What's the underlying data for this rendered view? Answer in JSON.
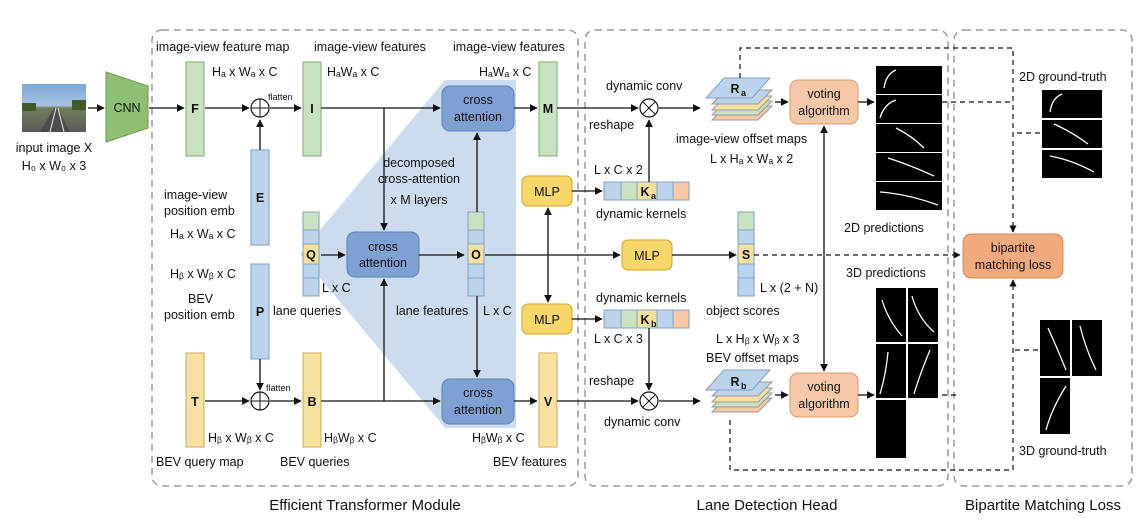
{
  "sections": {
    "transformer": "Efficient Transformer Module",
    "head": "Lane Detection Head",
    "loss": "Bipartite Matching Loss"
  },
  "input": {
    "label": "input image X",
    "dims": "H₀ x W₀ x 3"
  },
  "cnn": "CNN",
  "blocks": {
    "F": "F",
    "E": "E",
    "P": "P",
    "T": "T",
    "I": "I",
    "Q": "Q",
    "O": "O",
    "B": "B",
    "M": "M",
    "V": "V",
    "S": "S",
    "Ka": "K",
    "Kb": "K",
    "Ra": "R",
    "Rb": "R"
  },
  "labels": {
    "feature_map": "image-view feature map",
    "feature_map_dims": "Hₐ x Wₐ x C",
    "iv_features": "image-view features",
    "iv_features_dims": "HₐWₐ x C",
    "iv_features2": "image-view features",
    "iv_features2_dims": "HₐWₐ x C",
    "flatten_top": "flatten",
    "flatten_bottom": "flatten",
    "pos_emb_1": "image-view",
    "pos_emb_2": "position emb",
    "pos_emb_dims": "Hₐ x Wₐ x C",
    "bev_dims": "Hᵦ x Wᵦ x C",
    "bev_pos_1": "BEV",
    "bev_pos_2": "position emb",
    "bev_query_dims": "Hᵦ x Wᵦ x C",
    "bev_query_map": "BEV query map",
    "bev_queries_dims": "HᵦWᵦ x C",
    "bev_queries": "BEV queries",
    "lane_queries": "lane queries",
    "lxc": "L x C",
    "decomposed_1": "decomposed",
    "decomposed_2": "cross-attention",
    "decomposed_3": "x M layers",
    "lane_features": "lane features",
    "lane_features_dims": "L x C",
    "bev_features_dims": "HᵦWᵦ x C",
    "bev_features": "BEV features",
    "dynamic_conv_top": "dynamic conv",
    "reshape_top": "reshape",
    "dyn_kernels_top": "dynamic kernels",
    "lxcx2": "L x C x 2",
    "lxcx3": "L x C x 3",
    "dyn_kernels_bottom": "dynamic kernels",
    "reshape_bottom": "reshape",
    "dynamic_conv_bottom": "dynamic conv",
    "iv_offset": "image-view offset maps",
    "iv_offset_dims": "L x Hₐ x Wₐ x 2",
    "bev_offset_dims": "L x Hᵦ x Wᵦ x 3",
    "bev_offset": "BEV offset maps",
    "object_scores": "object scores",
    "scores_dims": "L x (2 + N)",
    "pred_2d": "2D predictions",
    "pred_3d": "3D predictions",
    "gt_2d": "2D ground-truth",
    "gt_3d": "3D ground-truth"
  },
  "nodes": {
    "cross_attention_top": [
      "cross",
      "attention"
    ],
    "cross_attention_mid": [
      "cross",
      "attention"
    ],
    "cross_attention_bottom": [
      "cross",
      "attention"
    ],
    "mlp_top": "MLP",
    "mlp_mid": "MLP",
    "mlp_bottom": "MLP",
    "voting_top": [
      "voting",
      "algorithm"
    ],
    "voting_bottom": [
      "voting",
      "algorithm"
    ],
    "bipartite": [
      "bipartite",
      "matching loss"
    ]
  },
  "colors": {
    "green_block": "#c9e3c2",
    "blue_block": "#bcd3ec",
    "yellow_block": "#f7e0a0",
    "attention": "#7fa0d3",
    "mlp": "#f8d66a",
    "voting": "#f6c8a8",
    "bipartite": "#f2a97e",
    "cnn": "#8fbf72",
    "trapezoid": "#c3d6eb"
  }
}
